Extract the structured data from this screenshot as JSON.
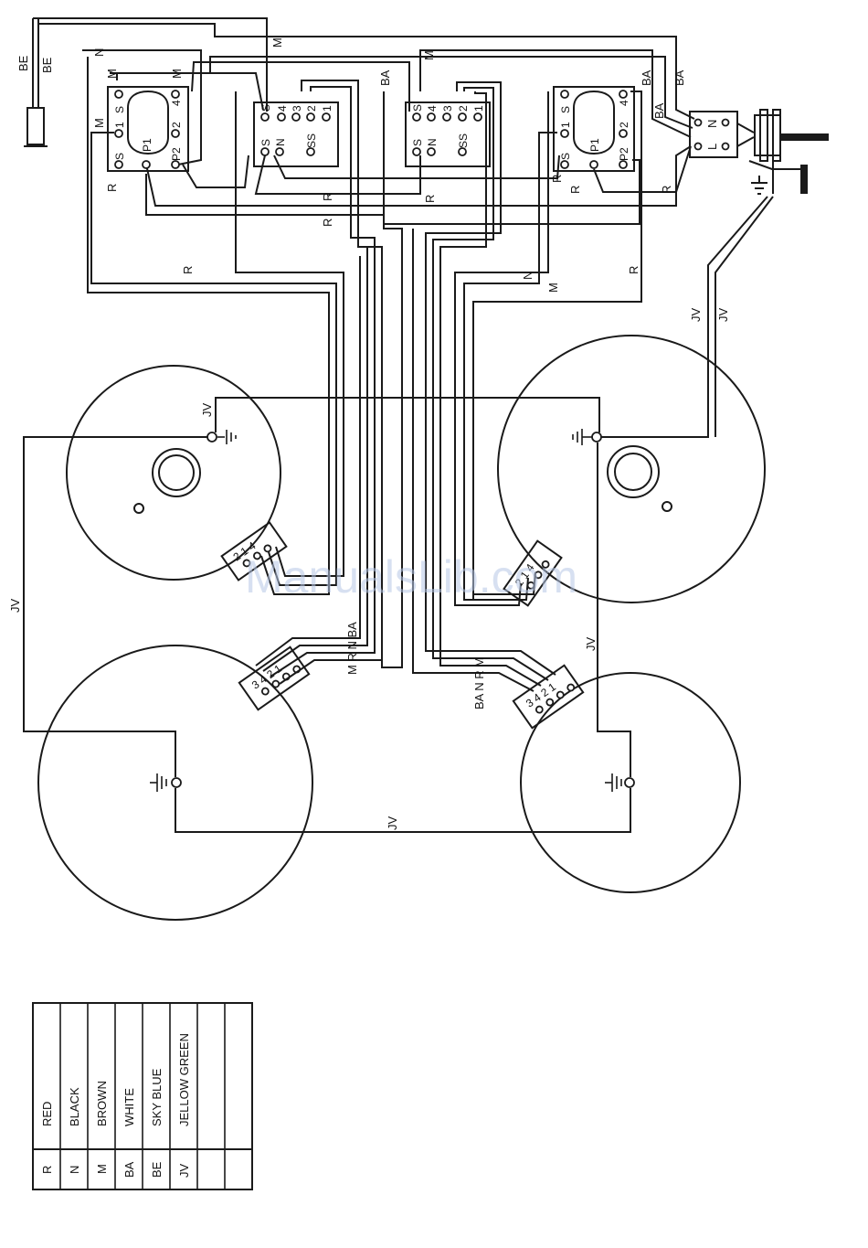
{
  "wire_codes": {
    "be_top": "BE",
    "be_cable": "BE",
    "n": "N",
    "m": "M",
    "r": "R",
    "ba": "BA",
    "jv": "JV",
    "mr_nba_left": "M R N BA",
    "ba_nrm_right": "BA N R M"
  },
  "switch_terminals": {
    "s": "S",
    "one": "1",
    "two": "2",
    "three": "3",
    "four": "4",
    "p1": "P1",
    "p2": "P2",
    "ss": "SS",
    "n": "N"
  },
  "pilot_lamp": {
    "l": "L",
    "n": "N"
  },
  "connector_pins": {
    "a": "2 1 4",
    "b": "3 4 2 1",
    "c": "3 4 2 1",
    "d": "2 1 4"
  },
  "watermark": "ManualsLib.com",
  "colour_key": {
    "rows": [
      {
        "code": "R",
        "name": "RED"
      },
      {
        "code": "N",
        "name": "BLACK"
      },
      {
        "code": "M",
        "name": "BROWN"
      },
      {
        "code": "BA",
        "name": "WHITE"
      },
      {
        "code": "BE",
        "name": "SKY BLUE"
      },
      {
        "code": "JV",
        "name": "JELLOW GREEN"
      }
    ]
  }
}
